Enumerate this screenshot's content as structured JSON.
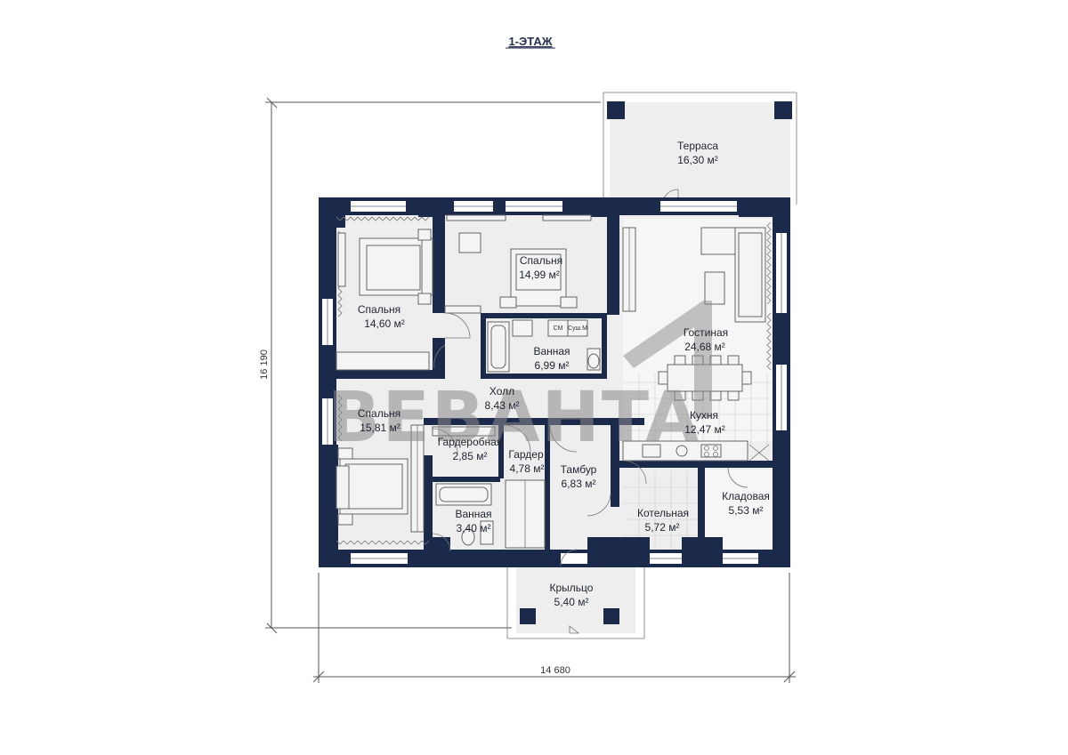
{
  "plan": {
    "title": "1-ЭТАЖ",
    "watermark": "BEBAHTA",
    "dimensions": {
      "width": "14 680",
      "height": "16 190"
    },
    "rooms": [
      {
        "id": "terrace",
        "name": "Терраса",
        "area": "16,30 м²"
      },
      {
        "id": "bedroom1",
        "name": "Спальня",
        "area": "14,60 м²"
      },
      {
        "id": "bedroom2",
        "name": "Спальня",
        "area": "14,99 м²"
      },
      {
        "id": "bathroom1",
        "name": "Ванная",
        "area": "6,99 м²"
      },
      {
        "id": "living",
        "name": "Гостиная",
        "area": "24,68 м²"
      },
      {
        "id": "hall",
        "name": "Холл",
        "area": "8,43 м²"
      },
      {
        "id": "bedroom3",
        "name": "Спальня",
        "area": "15,81 м²"
      },
      {
        "id": "kitchen",
        "name": "Кухня",
        "area": "12,47 м²"
      },
      {
        "id": "wardrobe1",
        "name": "Гардеробная",
        "area": "2,85 м²"
      },
      {
        "id": "wardrobe2",
        "name": "Гардер",
        "area": "4,78 м²"
      },
      {
        "id": "vestibule",
        "name": "Тамбур",
        "area": "6,83 м²"
      },
      {
        "id": "boiler",
        "name": "Котельная",
        "area": "5,72 м²"
      },
      {
        "id": "pantry",
        "name": "Кладовая",
        "area": "5,53 м²"
      },
      {
        "id": "bathroom2",
        "name": "Ванная",
        "area": "3,40 м²"
      },
      {
        "id": "porch",
        "name": "Крыльцо",
        "area": "5,40 м²"
      }
    ],
    "appliances": {
      "washer": "СМ",
      "dryer": "Суш.М"
    }
  }
}
